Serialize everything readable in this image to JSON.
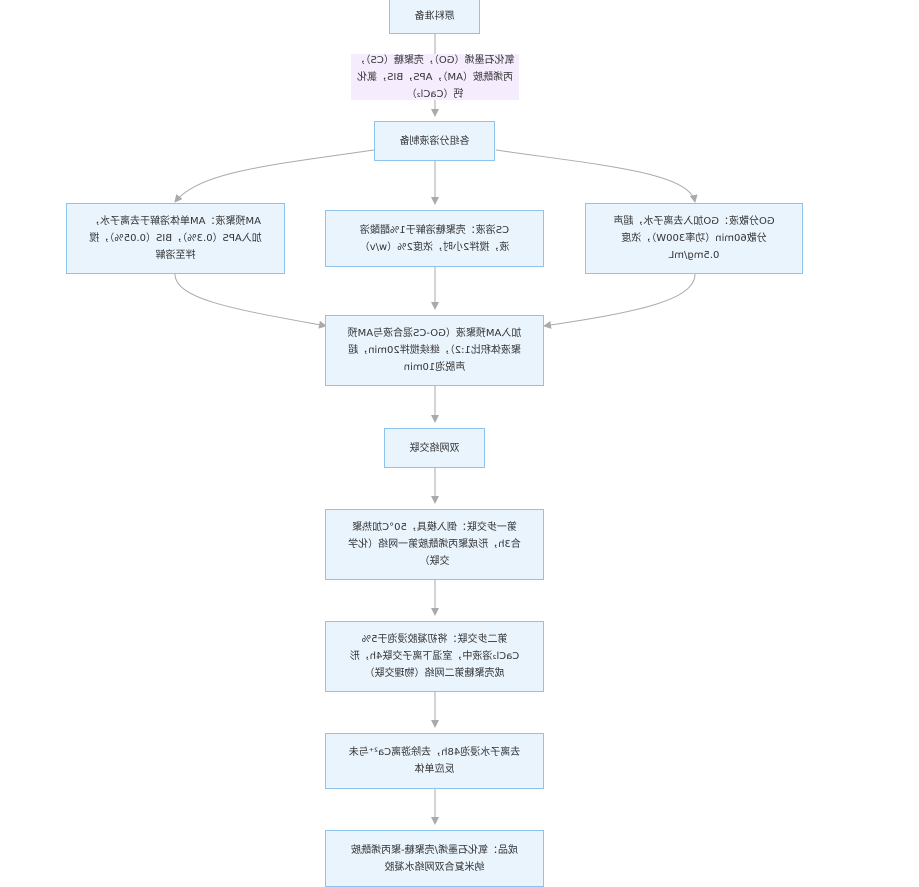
{
  "diagram": {
    "mirrored": true,
    "colors": {
      "node_fill": "#e9f4fd",
      "node_border": "#8ec3ee",
      "edge": "#aaaaaa",
      "label_fill": "#f5ecfd"
    },
    "nodes": {
      "prep": "原料准备",
      "components": "各组分溶液制备",
      "go_dispersion": "GO分散液：GO加入去离子水，超声分散60min（功率300W），浓度0.5mg/mL",
      "cs_solution": "CS溶液：壳聚糖溶解于1%醋酸溶液，搅拌2小时，浓度2%（w/v）",
      "am_solution": "AM预聚液：AM单体溶解于去离子水，加入APS（0.3%），BIS（0.05%），搅拌至溶解",
      "mix": "加入AM预聚液（GO-CS混合液与AM预聚液体积比1:2），继续搅拌20min，超声脱泡10min",
      "double_network": "双网络交联",
      "step1": "第一步交联：倒入模具，50°C加热聚合3h，形成聚丙烯酰胺第一网络（化学交联）",
      "step2": "第二步交联：将初凝胶浸泡于5% CaCl₂溶液中，室温下离子交联4h，形成壳聚糖第二网络（物理交联）",
      "soak": "去离子水浸泡48h，去除游离Ca²⁺与未反应单体",
      "product": "成品：氧化石墨烯/壳聚糖-聚丙烯酰胺纳米复合双网络水凝胶"
    },
    "edge_label": "氧化石墨烯（GO），壳聚糖（CS），丙烯酰胺（AM），APS，BIS，氯化钙（CaCl₂）"
  }
}
